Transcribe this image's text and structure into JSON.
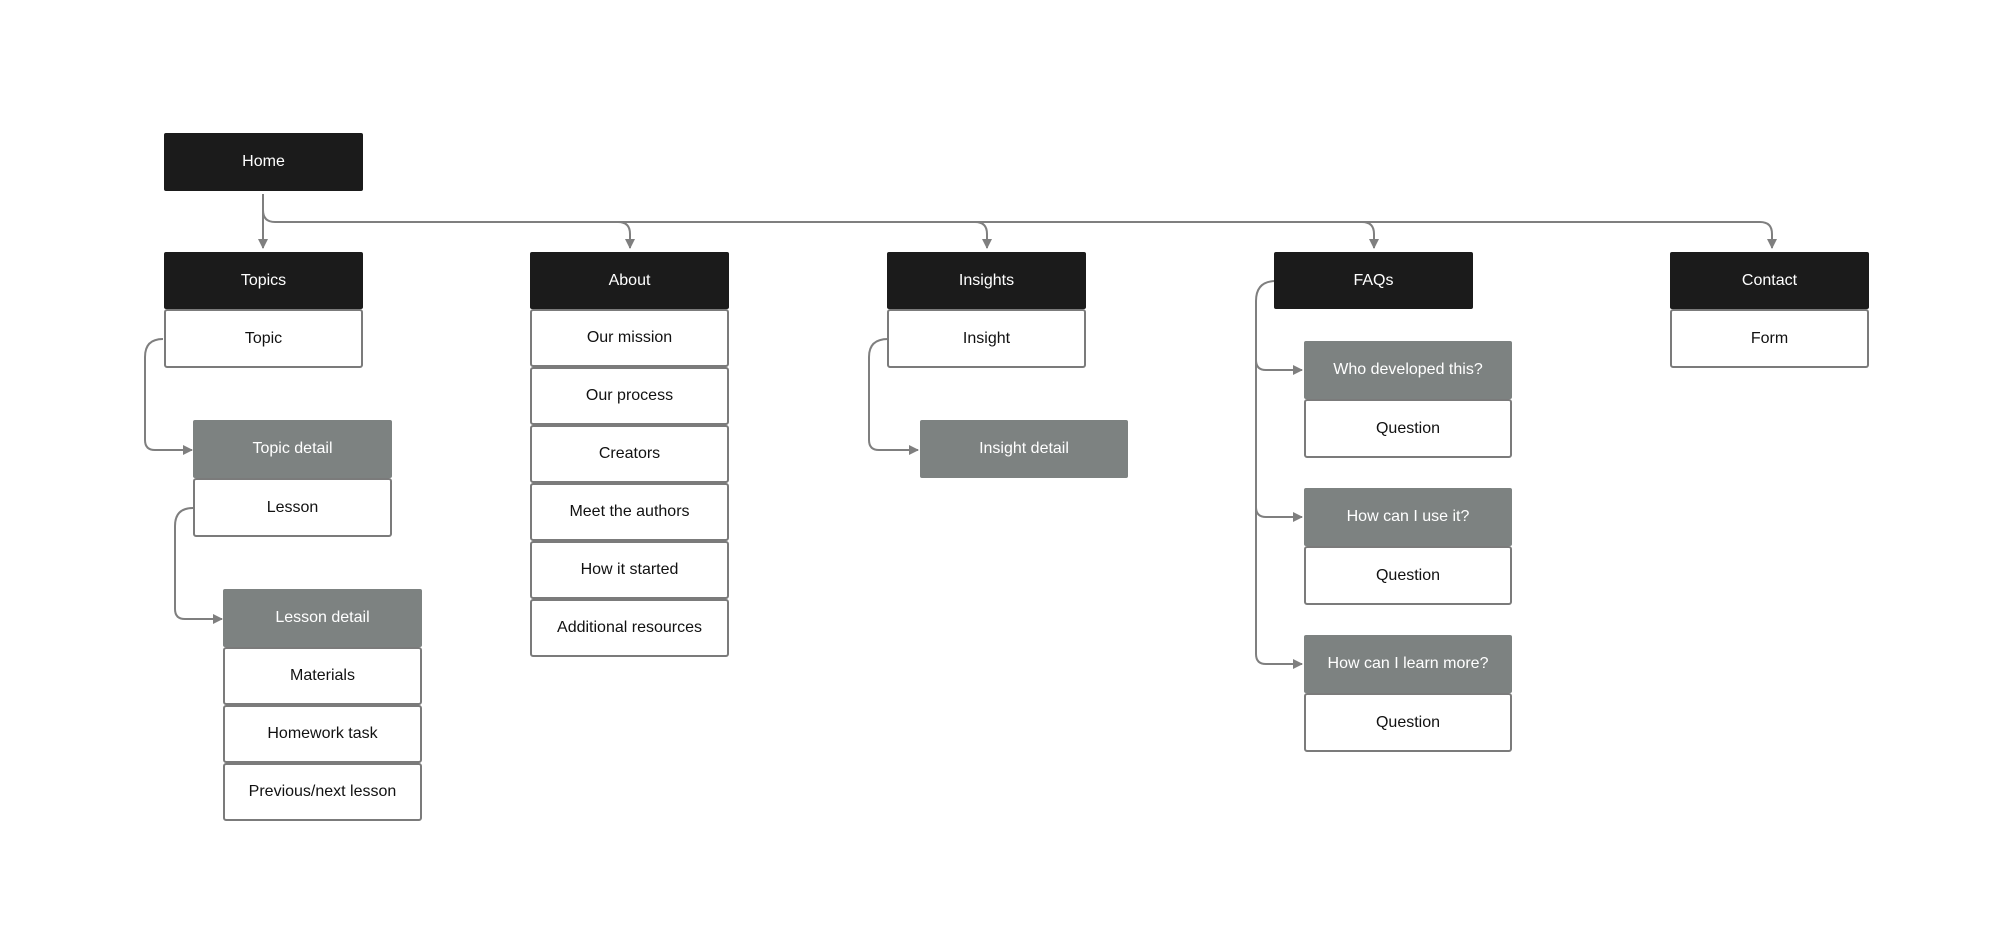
{
  "root": {
    "label": "Home"
  },
  "sections": [
    {
      "label": "Topics",
      "items": [
        "Topic"
      ]
    },
    {
      "label": "About",
      "items": [
        "Our mission",
        "Our process",
        "Creators",
        "Meet the authors",
        "How it started",
        "Additional resources"
      ]
    },
    {
      "label": "Insights",
      "items": [
        "Insight"
      ]
    },
    {
      "label": "FAQs",
      "items": []
    },
    {
      "label": "Contact",
      "items": [
        "Form"
      ]
    }
  ],
  "topic_detail": {
    "label": "Topic detail",
    "items": [
      "Lesson"
    ]
  },
  "lesson_detail": {
    "label": "Lesson detail",
    "items": [
      "Materials",
      "Homework task",
      "Previous/next lesson"
    ]
  },
  "insight_detail": {
    "label": "Insight detail"
  },
  "faq_groups": [
    {
      "label": "Who developed this?",
      "item": "Question"
    },
    {
      "label": "How can I use it?",
      "item": "Question"
    },
    {
      "label": "How can I learn more?",
      "item": "Question"
    }
  ],
  "colors": {
    "dark": "#1b1b1b",
    "grey": "#7d8281",
    "border": "#7b7b7b",
    "connector": "#7f7f7f"
  }
}
